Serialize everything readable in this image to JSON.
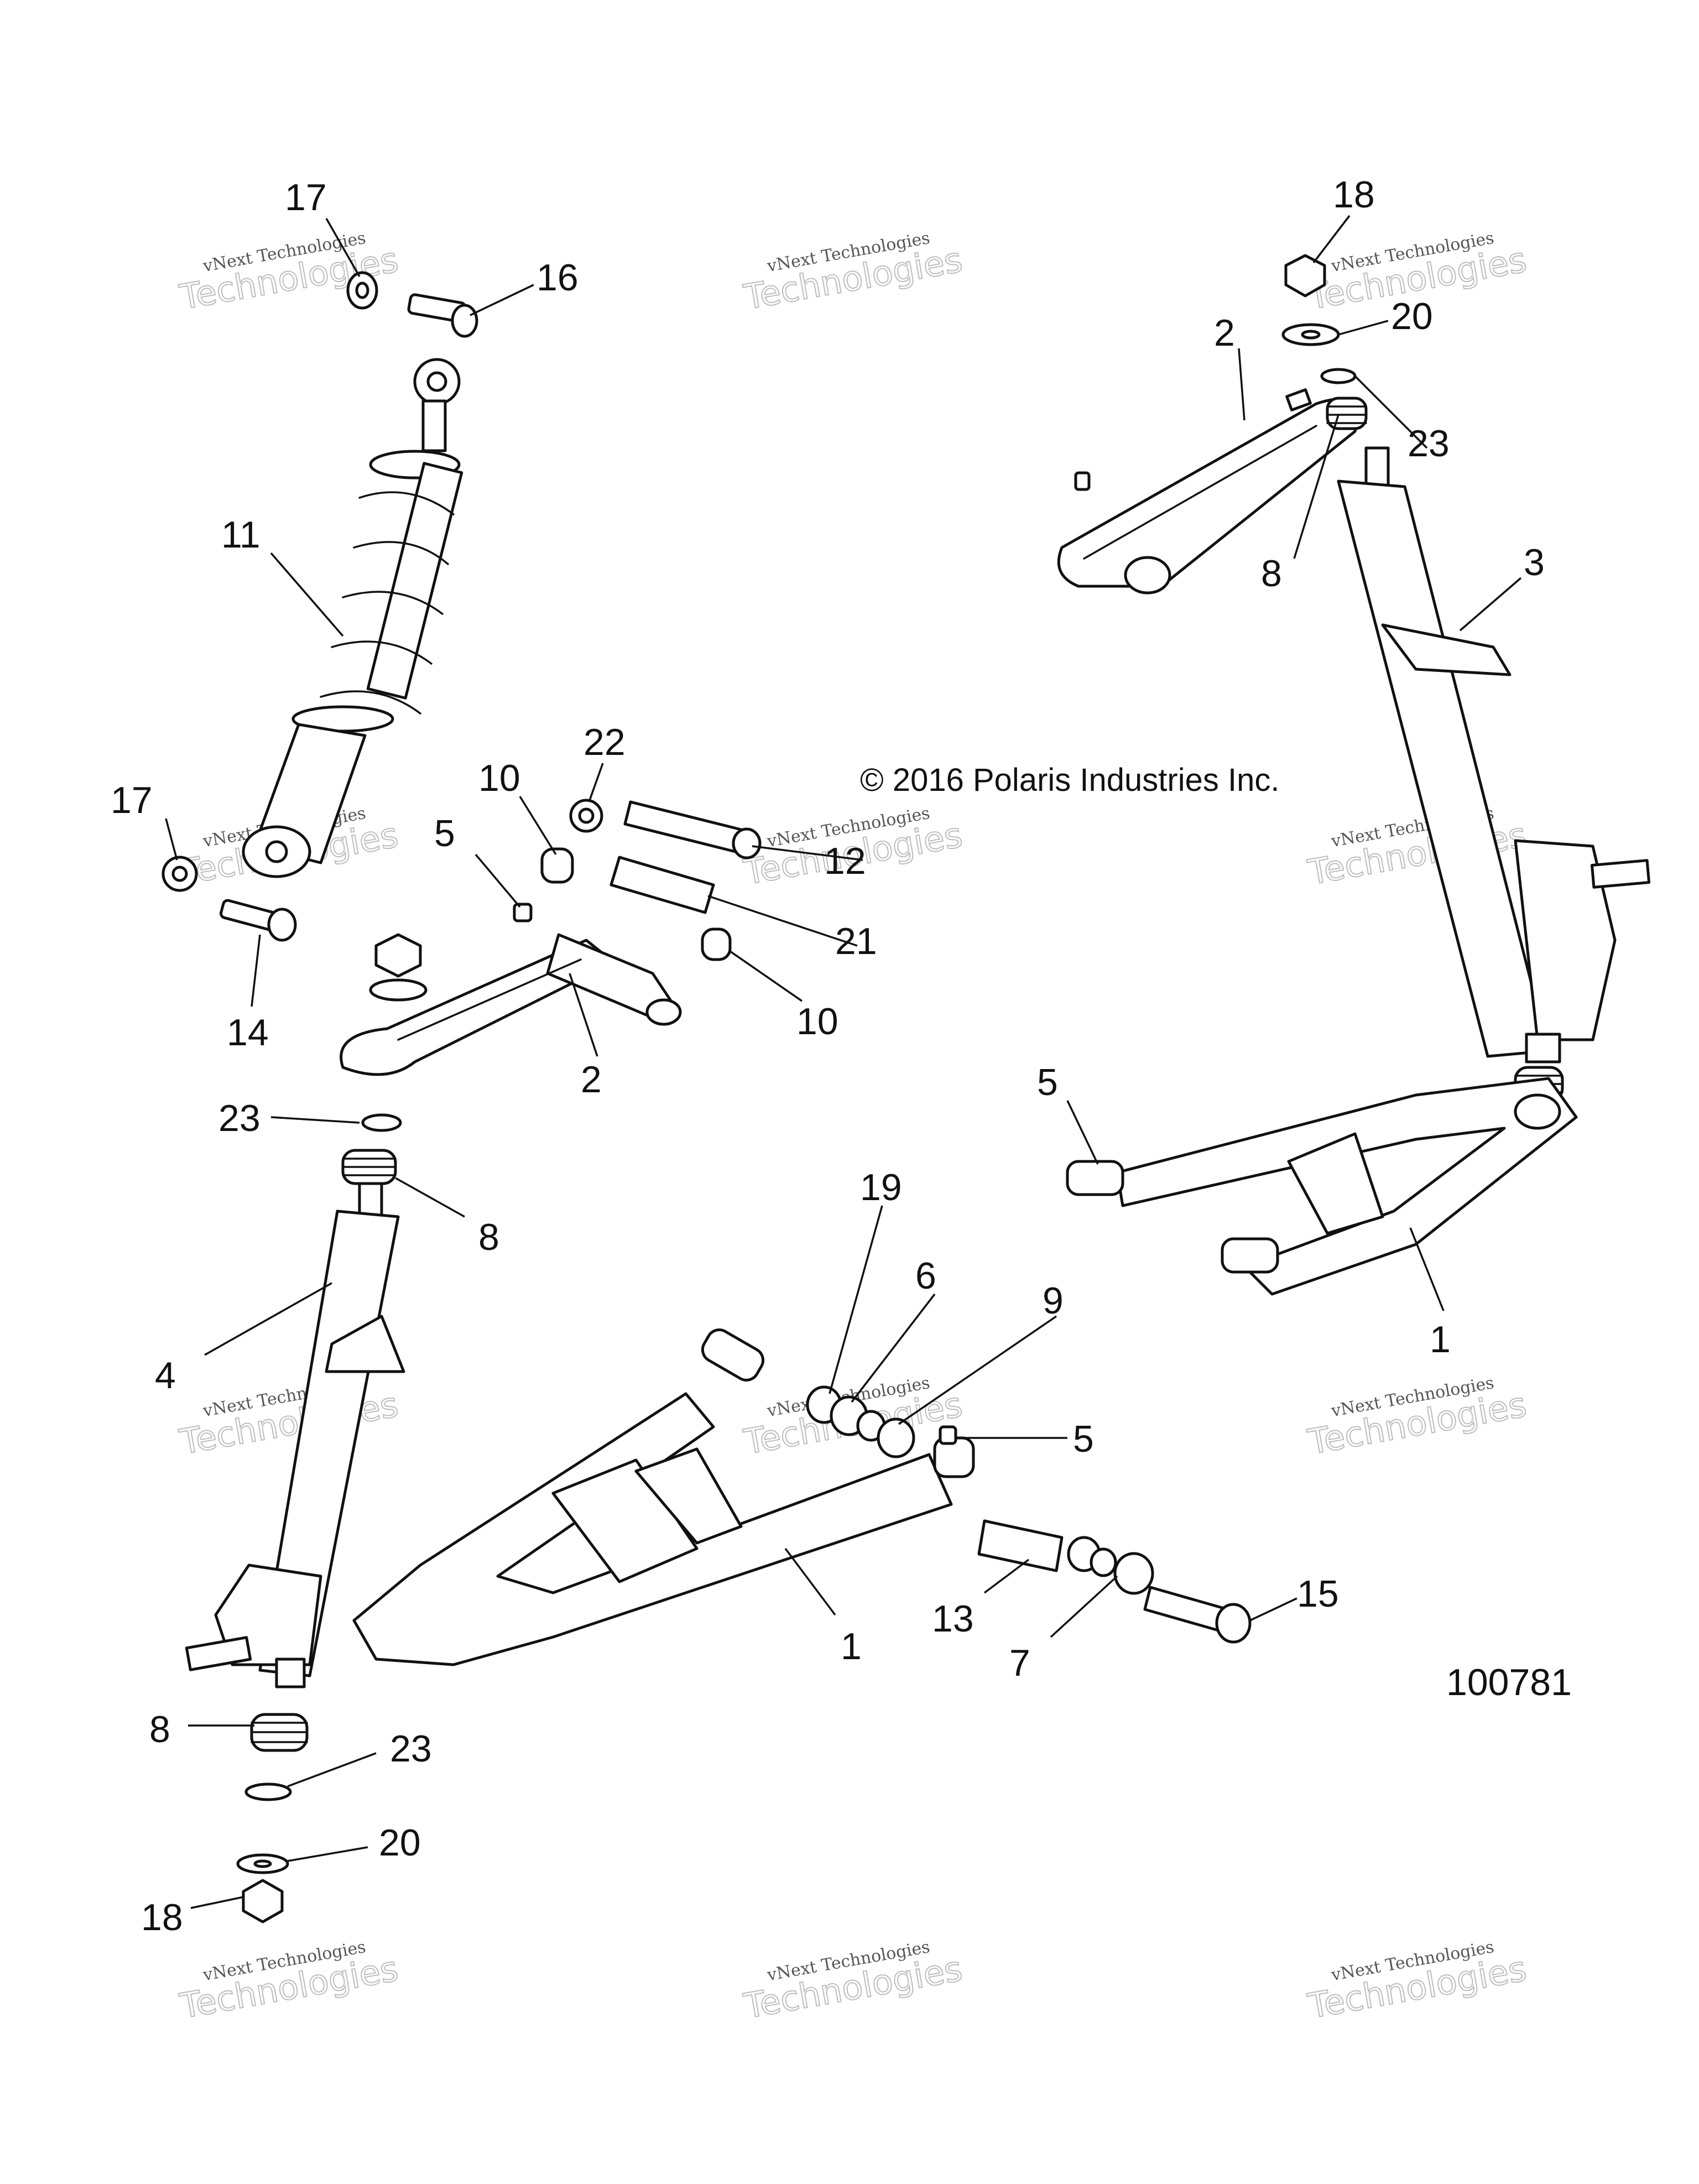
{
  "copyright": "© 2016 Polaris Industries Inc.",
  "figure_id": "100781",
  "watermark": {
    "line1": "vNext Technologies",
    "line2": "Technologies"
  },
  "callouts": {
    "c17a": "17",
    "c16": "16",
    "c18a": "18",
    "c20a": "20",
    "c2a": "2",
    "c23a": "23",
    "c11": "11",
    "c8a": "8",
    "c3": "3",
    "c22": "22",
    "c10a": "10",
    "c5a": "5",
    "c17b": "17",
    "c12": "12",
    "c21": "21",
    "c10b": "10",
    "c14": "14",
    "c2b": "2",
    "c5b": "5",
    "c23b": "23",
    "c8b": "8",
    "c19": "19",
    "c6": "6",
    "c9": "9",
    "c1a": "1",
    "c4": "4",
    "c5c": "5",
    "c15": "15",
    "c13": "13",
    "c1b": "1",
    "c7": "7",
    "c8c": "8",
    "c23c": "23",
    "c20b": "20",
    "c18b": "18"
  }
}
